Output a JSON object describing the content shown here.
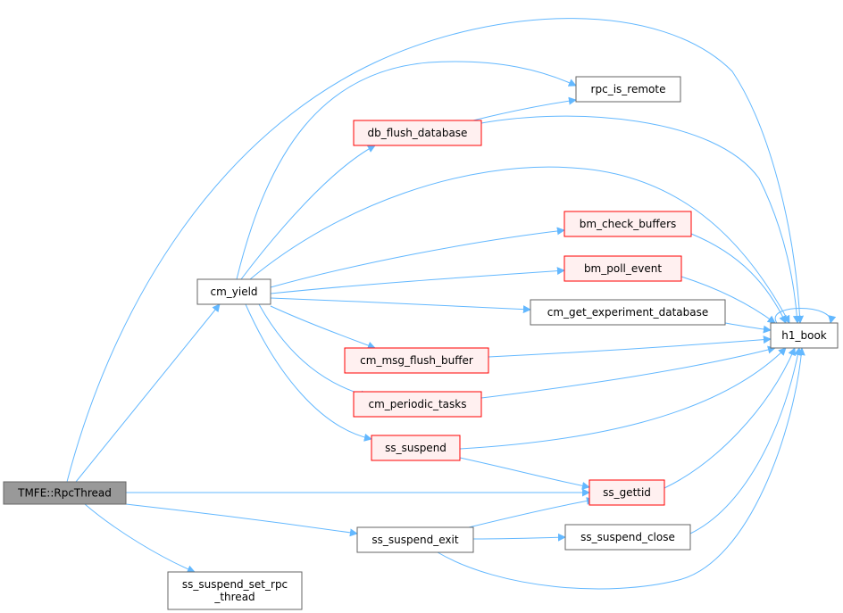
{
  "colors": {
    "edge": "#63b8ff",
    "root_fill": "#999999",
    "root_border": "#666666",
    "normal_fill": "#ffffff",
    "normal_border": "#666666",
    "trunc_fill": "#fff0f0",
    "trunc_border": "#ff0000"
  },
  "nodes": {
    "rpcthread": {
      "lines": [
        "TMFE::RpcThread"
      ],
      "style": "root"
    },
    "cm_yield": {
      "lines": [
        "cm_yield"
      ],
      "style": "normal"
    },
    "rpc_is_remote": {
      "lines": [
        "rpc_is_remote"
      ],
      "style": "normal"
    },
    "db_flush_database": {
      "lines": [
        "db_flush_database"
      ],
      "style": "trunc"
    },
    "bm_check_buffers": {
      "lines": [
        "bm_check_buffers"
      ],
      "style": "trunc"
    },
    "bm_poll_event": {
      "lines": [
        "bm_poll_event"
      ],
      "style": "trunc"
    },
    "cm_get_experiment_database": {
      "lines": [
        "cm_get_experiment_database"
      ],
      "style": "normal"
    },
    "h1_book": {
      "lines": [
        "h1_book"
      ],
      "style": "normal"
    },
    "cm_msg_flush_buffer": {
      "lines": [
        "cm_msg_flush_buffer"
      ],
      "style": "trunc"
    },
    "cm_periodic_tasks": {
      "lines": [
        "cm_periodic_tasks"
      ],
      "style": "trunc"
    },
    "ss_suspend": {
      "lines": [
        "ss_suspend"
      ],
      "style": "trunc"
    },
    "ss_gettid": {
      "lines": [
        "ss_gettid"
      ],
      "style": "trunc"
    },
    "ss_suspend_exit": {
      "lines": [
        "ss_suspend_exit"
      ],
      "style": "normal"
    },
    "ss_suspend_close": {
      "lines": [
        "ss_suspend_close"
      ],
      "style": "normal"
    },
    "ss_suspend_set_rpc_thread": {
      "lines": [
        "ss_suspend_set_rpc",
        "_thread"
      ],
      "style": "normal"
    }
  },
  "edges": [
    [
      "rpcthread",
      "cm_yield"
    ],
    [
      "rpcthread",
      "h1_book"
    ],
    [
      "rpcthread",
      "ss_gettid"
    ],
    [
      "rpcthread",
      "ss_suspend_exit"
    ],
    [
      "rpcthread",
      "ss_suspend_set_rpc_thread"
    ],
    [
      "cm_yield",
      "rpc_is_remote"
    ],
    [
      "cm_yield",
      "db_flush_database"
    ],
    [
      "cm_yield",
      "h1_book"
    ],
    [
      "cm_yield",
      "bm_check_buffers"
    ],
    [
      "cm_yield",
      "bm_poll_event"
    ],
    [
      "cm_yield",
      "cm_get_experiment_database"
    ],
    [
      "cm_yield",
      "cm_msg_flush_buffer"
    ],
    [
      "cm_yield",
      "cm_periodic_tasks"
    ],
    [
      "cm_yield",
      "ss_suspend"
    ],
    [
      "db_flush_database",
      "rpc_is_remote"
    ],
    [
      "db_flush_database",
      "h1_book"
    ],
    [
      "bm_check_buffers",
      "h1_book"
    ],
    [
      "bm_poll_event",
      "h1_book"
    ],
    [
      "cm_get_experiment_database",
      "h1_book"
    ],
    [
      "cm_msg_flush_buffer",
      "h1_book"
    ],
    [
      "cm_periodic_tasks",
      "h1_book"
    ],
    [
      "ss_suspend",
      "h1_book"
    ],
    [
      "ss_suspend",
      "ss_gettid"
    ],
    [
      "ss_gettid",
      "h1_book"
    ],
    [
      "ss_suspend_exit",
      "ss_gettid"
    ],
    [
      "ss_suspend_exit",
      "ss_suspend_close"
    ],
    [
      "ss_suspend_exit",
      "h1_book"
    ],
    [
      "ss_suspend_close",
      "h1_book"
    ],
    [
      "h1_book",
      "h1_book"
    ]
  ]
}
